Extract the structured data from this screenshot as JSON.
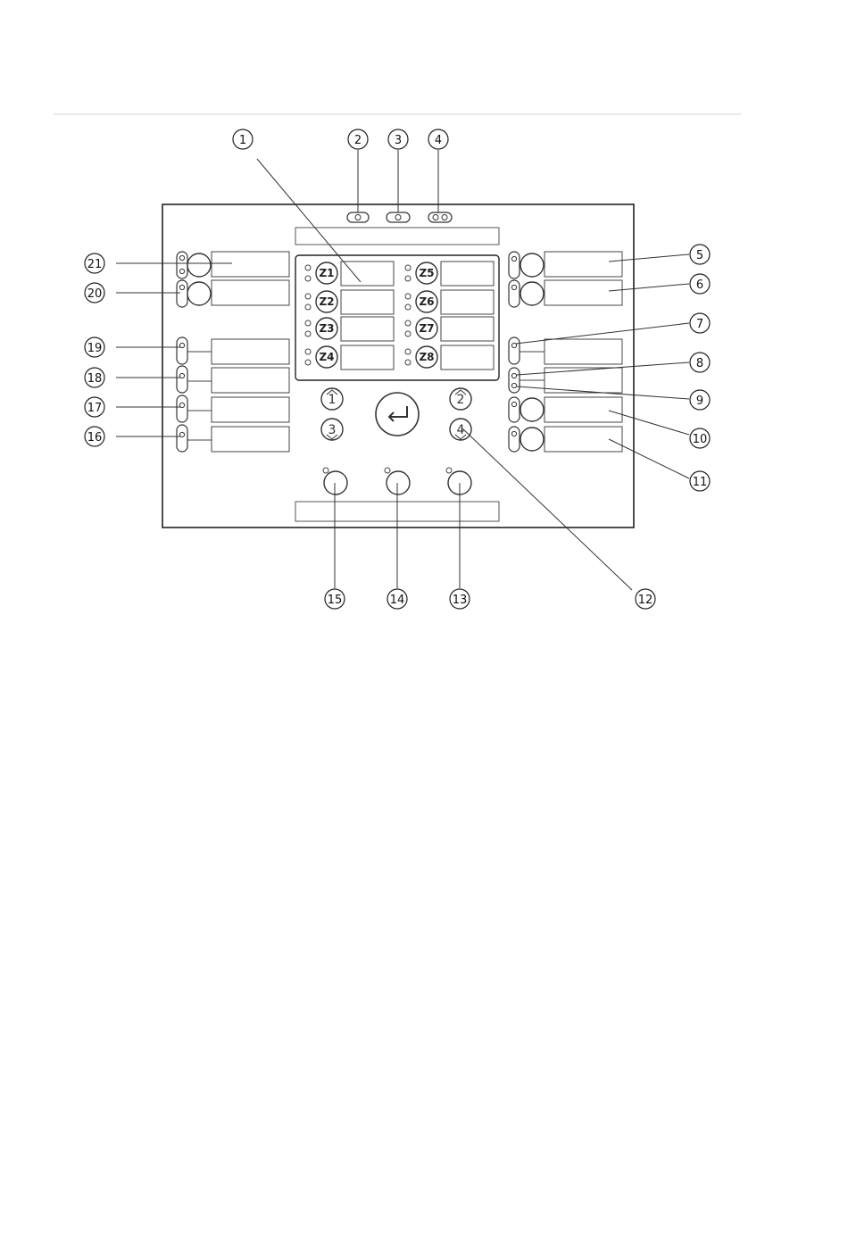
{
  "callouts": [
    "1",
    "2",
    "3",
    "4",
    "5",
    "6",
    "7",
    "8",
    "9",
    "10",
    "11",
    "12",
    "13",
    "14",
    "15",
    "16",
    "17",
    "18",
    "19",
    "20",
    "21"
  ],
  "zone_labels": [
    "Z1",
    "Z2",
    "Z3",
    "Z4",
    "Z5",
    "Z6",
    "Z7",
    "Z8"
  ],
  "nav_keys": [
    "1",
    "2",
    "3",
    "4"
  ],
  "colors": {
    "line": "#333333",
    "panel": "#222222",
    "divider": "#d6d6d6"
  }
}
